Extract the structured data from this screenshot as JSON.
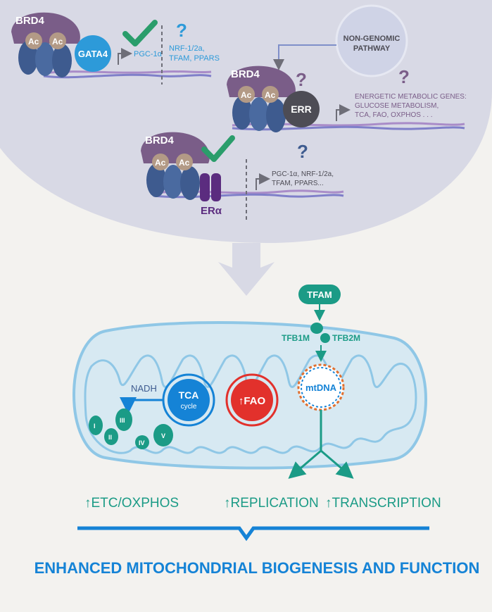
{
  "top": {
    "gata4_block": {
      "brd4": "BRD4",
      "ac1": "Ac",
      "ac2": "Ac",
      "factor": "GATA4",
      "pgc": "PGC-1α",
      "q": "?",
      "targets_line1": "NRF-1/2a,",
      "targets_line2": "TFAM, PPARS"
    },
    "pathway": {
      "line1": "NON-GENOMIC",
      "line2": "PATHWAY"
    },
    "err_block": {
      "brd4": "BRD4",
      "ac1": "Ac",
      "ac2": "Ac",
      "factor": "ERR",
      "q1": "?",
      "q2": "?",
      "genes_line1": "ENERGETIC METABOLIC GENES:",
      "genes_line2": "GLUCOSE METABOLISM,",
      "genes_line3": "TCA, FAO, OXPHOS . . ."
    },
    "era_block": {
      "brd4": "BRD4",
      "ac1": "Ac",
      "ac2": "Ac",
      "factor": "ERα",
      "q": "?",
      "targets_line1": "PGC-1α, NRF-1/2a,",
      "targets_line2": "TFAM, PPARS..."
    }
  },
  "mito": {
    "tfam": "TFAM",
    "tfb1m": "TFB1M",
    "tfb2m": "TFB2M",
    "mtdna": "mtDNA",
    "nadh": "NADH",
    "tca1": "TCA",
    "tca2": "cycle",
    "fao": "↑FAO",
    "complexes": [
      "I",
      "II",
      "III",
      "IV",
      "V"
    ]
  },
  "outcomes": {
    "etc": "↑ETC/OXPHOS",
    "replication": "↑REPLICATION",
    "transcription": "↑TRANSCRIPTION"
  },
  "conclusion": "ENHANCED MITOCHONDRIAL BIOGENESIS AND FUNCTION",
  "colors": {
    "background": "#f3f2ef",
    "nucleus": "#d8d9e5",
    "brd4": "#7a5d88",
    "ac": "#b39a86",
    "histone": "#3e5b8f",
    "gata4": "#2d9ad9",
    "err": "#4d4c55",
    "era": "#5b2c7f",
    "check": "#2a9d6b",
    "teal": "#1b9b86",
    "blue": "#1583d6",
    "red": "#e2312c",
    "mito_fill": "#d7e9f2",
    "mito_stroke": "#8fc7e6"
  }
}
